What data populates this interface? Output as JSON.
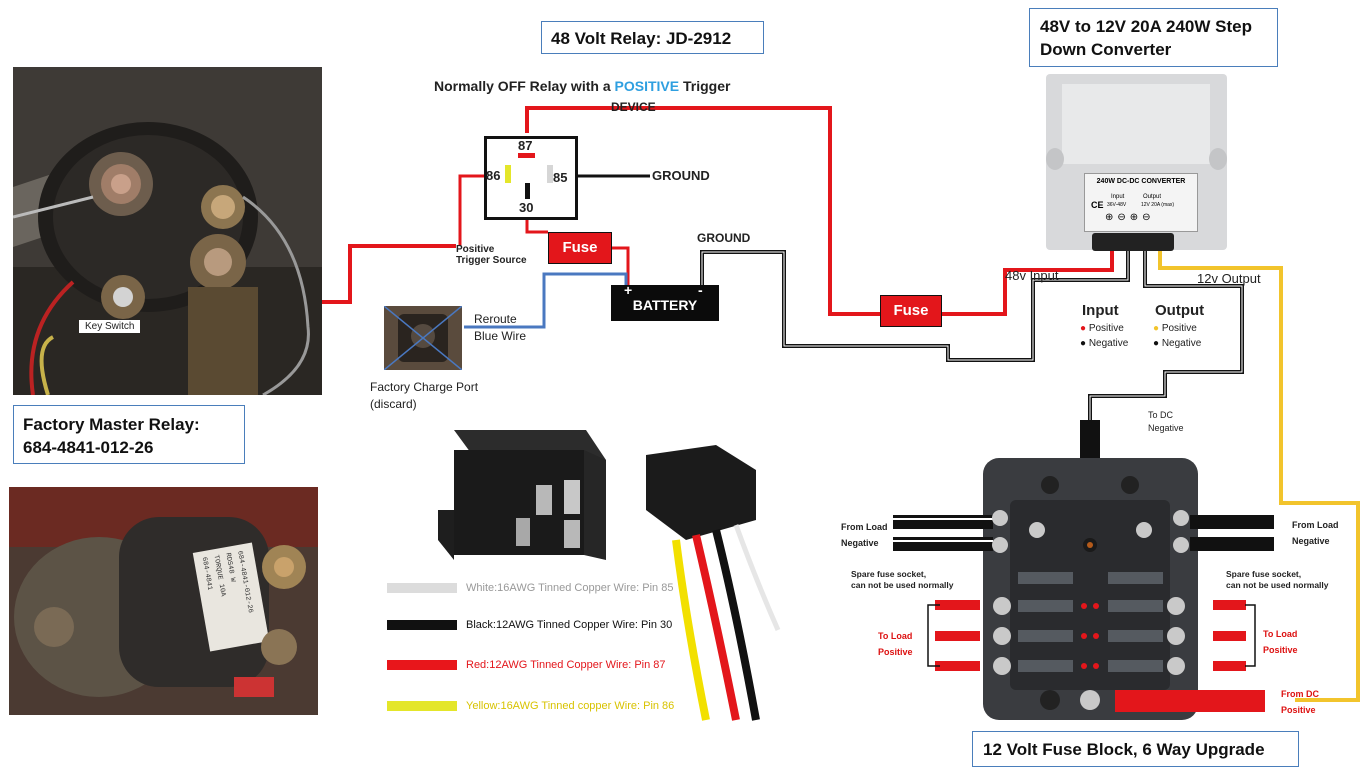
{
  "title_boxes": {
    "relay": "48 Volt Relay: JD-2912",
    "converter_line1": "48V to 12V 20A 240W Step",
    "converter_line2": "Down Converter",
    "master_line1": "Factory Master Relay:",
    "master_line2": "684-4841-012-26",
    "fuse_block": "12 Volt Fuse Block, 6 Way Upgrade"
  },
  "relay_diagram": {
    "heading_part1": "Normally OFF Relay with a ",
    "heading_highlight": "POSITIVE",
    "heading_part2": " Trigger",
    "device": "DEVICE",
    "ground1": "GROUND",
    "ground2": "GROUND",
    "pin87": "87",
    "pin86": "86",
    "pin85": "85",
    "pin30": "30",
    "trigger_line1": "Positive",
    "trigger_line2": "Trigger Source",
    "fuse": "Fuse",
    "battery": "BATTERY",
    "plus": "+",
    "minus": "-"
  },
  "photo_labels": {
    "key_switch": "Key Switch",
    "reroute_line1": "Reroute",
    "reroute_line2": "Blue Wire",
    "charge_port_line1": "Factory Charge Port",
    "charge_port_line2": "(discard)"
  },
  "master_relay_photo": {
    "sticker_lines": [
      "684-4841-012-26",
      "RDS48 W",
      "TORQUE 10A",
      "684-4841"
    ]
  },
  "converter": {
    "label": "240W DC-DC CONVERTER",
    "input_head": "Input",
    "input_val": "36V-48V",
    "output_head": "Output",
    "output_val": "12V 20A (max)",
    "ce": "CE",
    "fuse2": "Fuse",
    "input_wire": "48v Input",
    "output_wire": "12v Output",
    "legend_input": "Input",
    "legend_output": "Output",
    "legend_pos": "Positive",
    "legend_neg": "Negative",
    "legend_pos2": "Positive",
    "legend_neg2": "Negative"
  },
  "wire_legend": [
    {
      "text": "White:16AWG Tinned Copper Wire: Pin 85",
      "color": "#dcdcdc"
    },
    {
      "text": "Black:12AWG Tinned Copper Wire: Pin 30",
      "color": "#111111"
    },
    {
      "text": "Red:12AWG Tinned Copper Wire: Pin 87",
      "color": "#e8161b"
    },
    {
      "text": "Yellow:16AWG Tinned copper Wire: Pin 86",
      "color": "#e4e62a"
    }
  ],
  "fuse_block_labels": {
    "to_dc_line1": "To DC",
    "to_dc_line2": "Negative",
    "from_load_left_1": "From Load",
    "from_load_left_2": "Negative",
    "from_load_right_1": "From Load",
    "from_load_right_2": "Negative",
    "spare_left_1": "Spare fuse socket,",
    "spare_left_2": "can not be used normally",
    "spare_right_1": "Spare fuse socket,",
    "spare_right_2": "can not be used normally",
    "to_load_left_1": "To Load",
    "to_load_left_2": "Positive",
    "to_load_right_1": "To Load",
    "to_load_right_2": "Positive",
    "from_dc_1": "From DC",
    "from_dc_2": "Positive"
  },
  "colors": {
    "red_wire": "#e3161b",
    "black_wire": "#111111",
    "blue_wire": "#4a78c0",
    "yellow_wire": "#f2c42c",
    "highlight_blue": "#2e9fe0",
    "box_border": "#4a7ebb"
  }
}
